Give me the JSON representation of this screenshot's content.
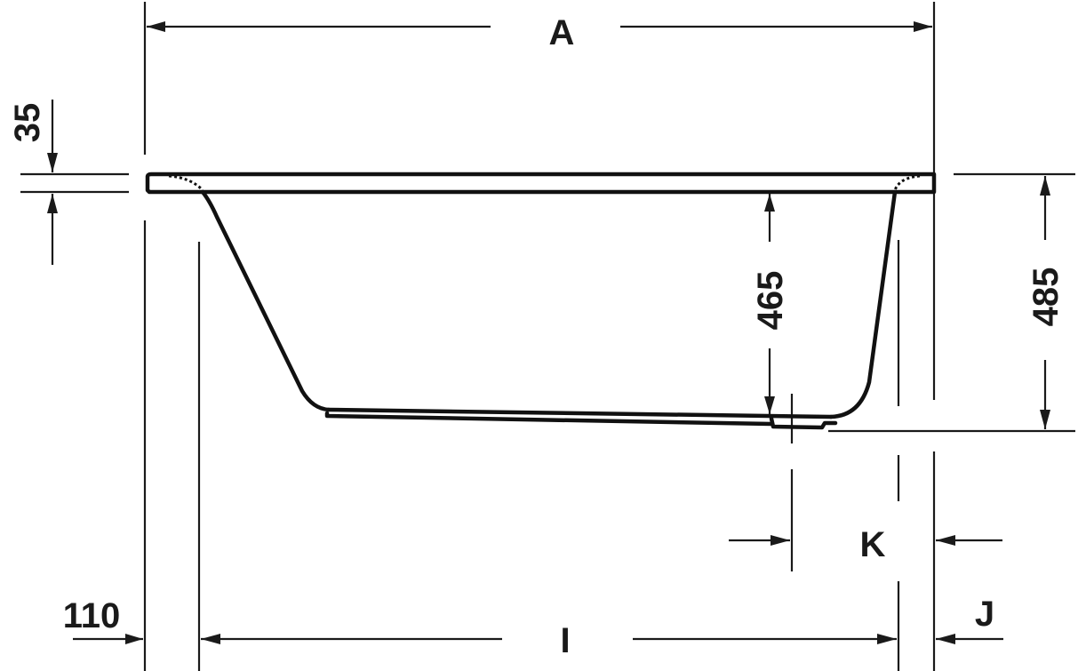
{
  "drawing": {
    "subject": "bathtub side section",
    "colors": {
      "line": "#1a1a1a",
      "background": "#ffffff"
    },
    "dimensions": {
      "overall_length": {
        "label": "A"
      },
      "rim_thickness": {
        "label": "35"
      },
      "inner_depth": {
        "label": "465"
      },
      "total_height": {
        "label": "485"
      },
      "inner_length": {
        "label": "I"
      },
      "end_offset_left": {
        "label": "110"
      },
      "drain_offset": {
        "label": "K"
      },
      "end_offset_right": {
        "label": "J"
      }
    }
  }
}
